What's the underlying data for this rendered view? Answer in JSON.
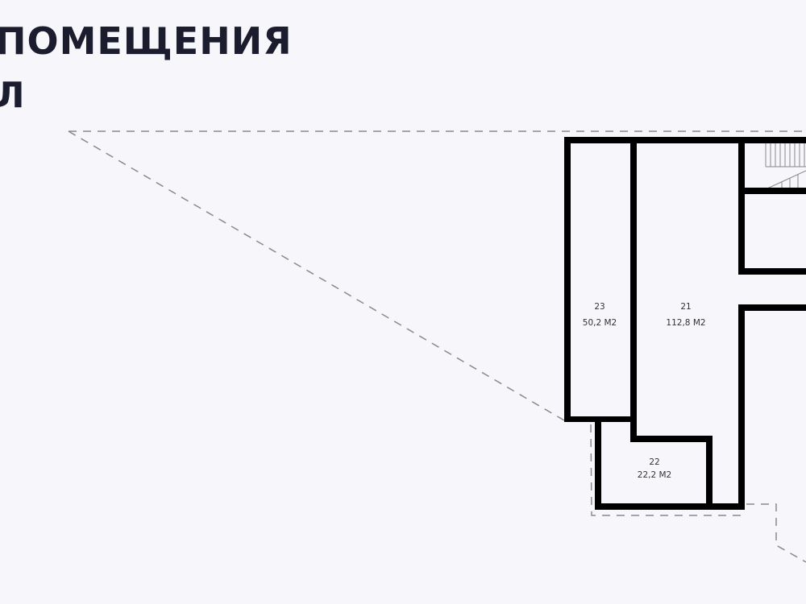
{
  "header": {
    "title_line1": "ПОМЕЩЕНИЯ",
    "title_line2": "Л"
  },
  "rooms": [
    {
      "number": "23",
      "area": "50,2 М2"
    },
    {
      "number": "21",
      "area": "112,8 М2"
    },
    {
      "number": "22",
      "area": "22,2 М2"
    }
  ],
  "colors": {
    "background": "#f7f7fb",
    "wall": "#000000",
    "title": "#1b1d2f",
    "dash": "#888888"
  }
}
